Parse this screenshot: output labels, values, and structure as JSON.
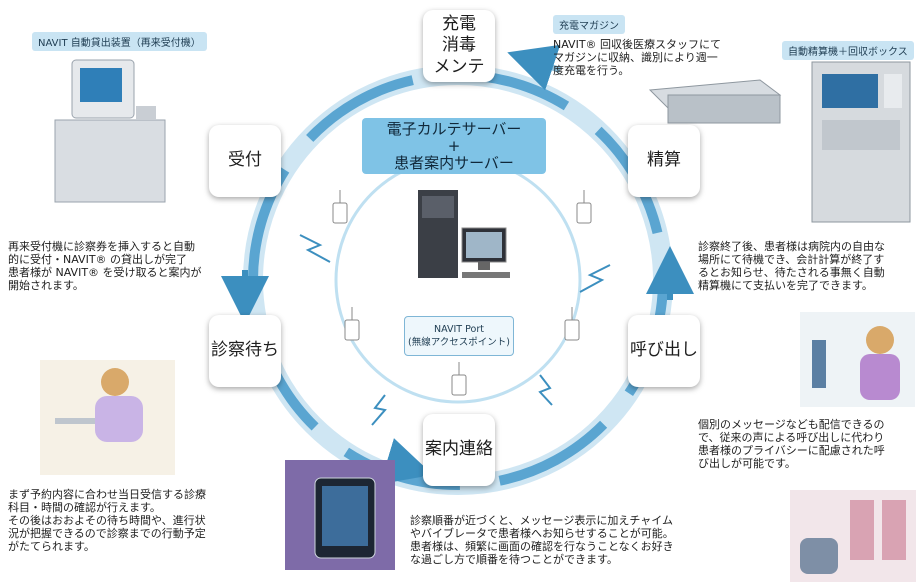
{
  "center": {
    "server_label": "電子カルテサーバー\n+\n患者案内サーバー",
    "access_point_label": "NAVIT Port\n(無線アクセスポイント)"
  },
  "steps": {
    "charge": "充電\n消毒\nメンテ",
    "reception": "受付",
    "payment": "精算",
    "waiting": "診察待ち",
    "call": "呼び出し",
    "guidance": "案内連絡"
  },
  "tags": {
    "kiosk": "NAVIT 自動貸出装置（再来受付機）",
    "magazine": "充電マガジン",
    "payment_machine": "自動精算機＋回収ボックス"
  },
  "descriptions": {
    "magazine": "NAVIT® 回収後医療スタッフにて\nマガジンに収納、識別により週一\n度充電を行う。",
    "reception": "再来受付機に診察券を挿入すると自動\n的に受付・NAVIT® の貸出しが完了\n患者様が NAVIT® を受け取ると案内が\n開始されます。",
    "payment": "診察終了後、患者様は病院内の自由な\n場所にて待機でき、会計計算が終了す\nるとお知らせ、待たされる事無く自動\n精算機にて支払いを完了できます。",
    "call": "個別のメッセージなども配信できるの\nで、従来の声による呼び出しに代わり\n患者様のプライバシーに配慮された呼\nび出しが可能です。",
    "waiting": "まず予約内容に合わせ当日受信する診療\n科目・時間の確認が行えます。\nその後はおおよその待ち時間や、進行状\n況が把握できるので診察までの行動予定\nがたてられます。",
    "guidance": "診察順番が近づくと、メッセージ表示に加えチャイム\nやバイブレータで患者様へお知らせすることが可能。\n患者様は、頻繁に画面の確認を行なうことなくお好き\nな過ごし方で順番を待つことができます。"
  },
  "colors": {
    "ring": "#9ccbe4",
    "ring_dark": "#3c8fbf",
    "box": "#7fc3e6",
    "tag": "#c9e4f3"
  }
}
